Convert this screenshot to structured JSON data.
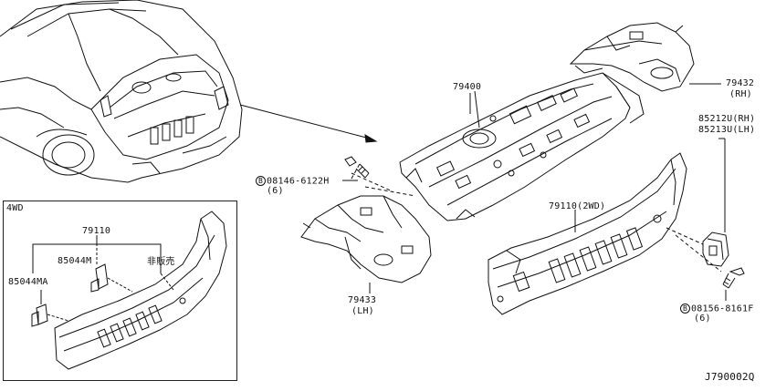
{
  "labels": {
    "p79400": "79400",
    "p79432": "79432",
    "p79432_side": "(RH)",
    "p85212": "85212U(RH)",
    "p85213": "85213U(LH)",
    "bolt1_num": "08146-6122H",
    "bolt1_qty": "(6)",
    "p79110_2wd": "79110(2WD)",
    "p79433": "79433",
    "p79433_side": "(LH)",
    "bolt2_num": "08156-8161F",
    "bolt2_qty": "(6)",
    "inset_title": "4WD",
    "inset_79110": "79110",
    "inset_85044m": "85044M",
    "inset_85044ma": "85044MA",
    "inset_not_sold": "非販売",
    "diagram_code": "J790002Q",
    "bolt_symbol": "B"
  }
}
